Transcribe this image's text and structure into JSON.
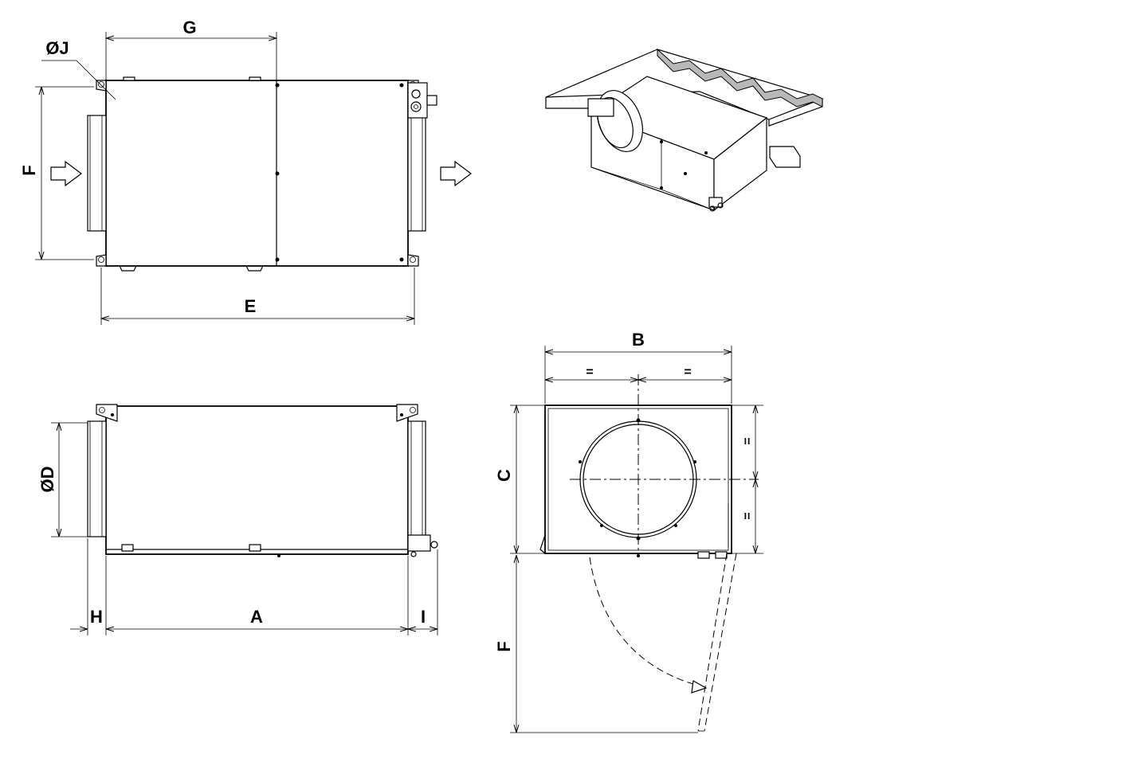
{
  "labels": {
    "G": "G",
    "J": "ØJ",
    "F_top": "F",
    "E": "E",
    "D": "ØD",
    "H": "H",
    "A": "A",
    "I": "I",
    "B": "B",
    "eq_b1": "=",
    "eq_b2": "=",
    "C": "C",
    "eq_c1": "=",
    "eq_c2": "=",
    "F_door": "F"
  }
}
